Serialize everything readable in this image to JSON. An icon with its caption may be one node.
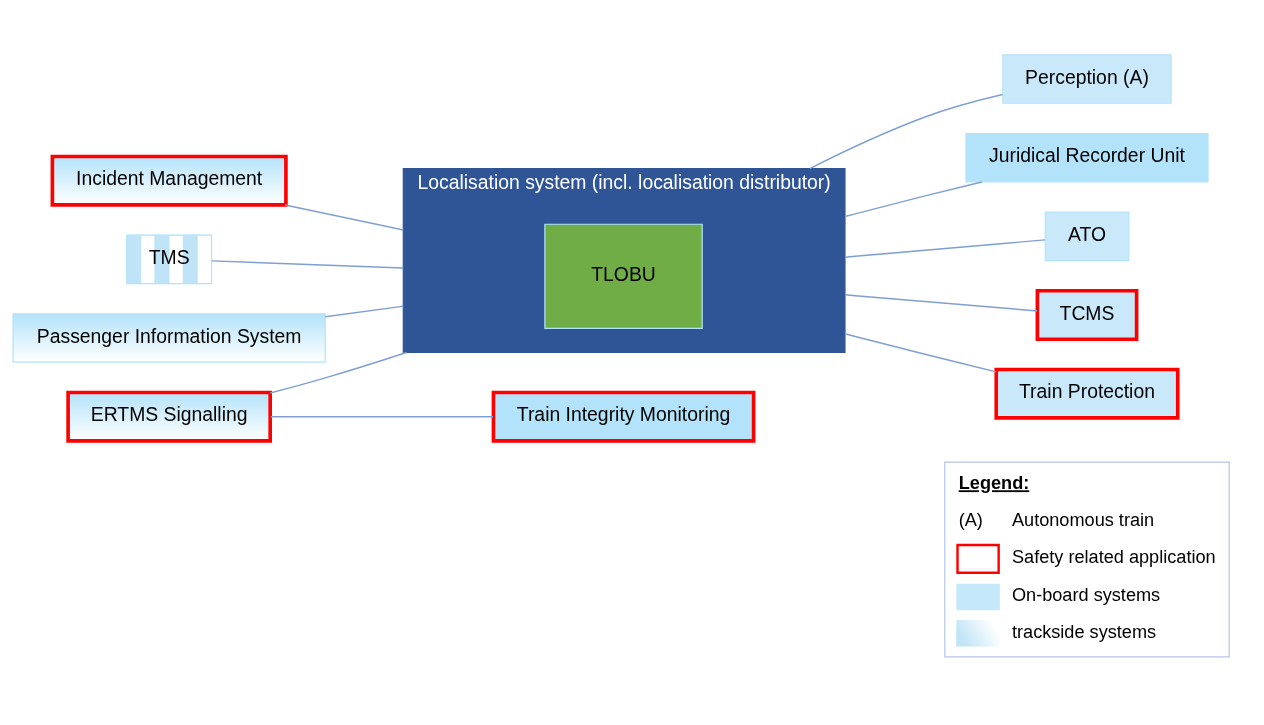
{
  "diagram": {
    "nodes": [
      {
        "text": [
          "Incident Management"
        ]
      },
      {
        "text": [
          "Perception (A)"
        ]
      },
      {
        "text": [
          "Juridical Recorder Unit"
        ]
      },
      {
        "text": [
          "TMS"
        ]
      },
      {
        "text": [
          "Localisation system (incl. localisation distributor)"
        ]
      },
      {
        "text": [
          "TLOBU"
        ],
        "in": 4
      },
      {
        "text": [
          "ATO"
        ]
      },
      {
        "text": [
          "Passenger Information System"
        ]
      },
      {
        "text": [
          "TCMS"
        ]
      },
      {
        "text": [
          "ERTMS Signalling"
        ]
      },
      {
        "text": [
          "Train Integrity Monitoring"
        ]
      },
      {
        "text": [
          "Train Protection"
        ]
      }
    ],
    "edges": [
      {
        "from": 0,
        "to": 4,
        "arrow": "none"
      },
      {
        "from": 4,
        "to": 1,
        "arrow": "none"
      },
      {
        "from": 4,
        "to": 2,
        "arrow": "none"
      },
      {
        "from": 3,
        "to": 4,
        "arrow": "none"
      },
      {
        "from": 4,
        "to": 6,
        "arrow": "none"
      },
      {
        "from": 7,
        "to": 4,
        "arrow": "none"
      },
      {
        "from": 4,
        "to": 8,
        "arrow": "none"
      },
      {
        "from": 9,
        "to": 4,
        "arrow": "none"
      },
      {
        "from": 9,
        "to": 10,
        "arrow": "none"
      },
      {
        "from": 4,
        "to": 11,
        "arrow": "none"
      }
    ],
    "labels": [
      "Legend:",
      "(A)"
    ],
    "legend": [
      {
        "text": "Autonomous train"
      },
      {
        "text": "Safety related application"
      },
      {
        "text": "On-board systems",
        "color": "#c5e8fb"
      },
      {
        "text": "trackside systems"
      }
    ]
  }
}
